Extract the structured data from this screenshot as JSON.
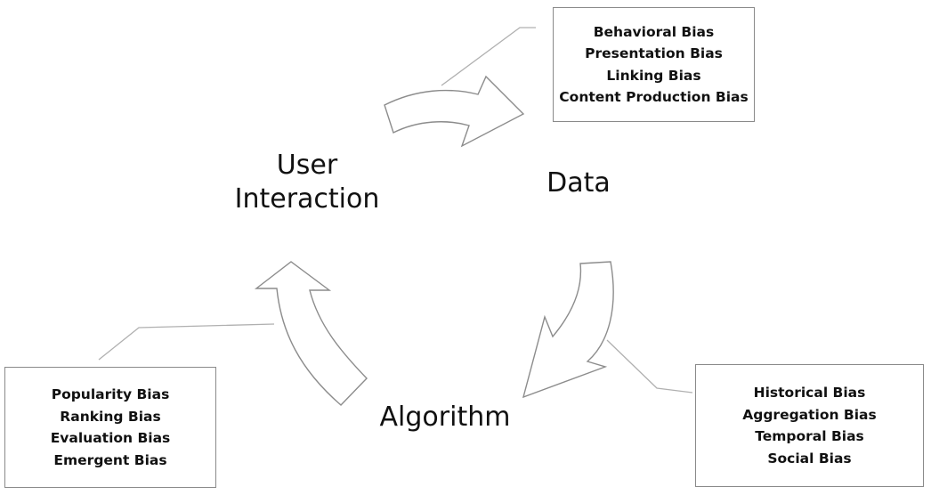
{
  "nodes": {
    "user_interaction": "User Interaction",
    "data": "Data",
    "algorithm": "Algorithm"
  },
  "bias_boxes": {
    "data": [
      "Behavioral Bias",
      "Presentation Bias",
      "Linking Bias",
      "Content Production Bias"
    ],
    "algorithm": [
      "Historical Bias",
      "Aggregation Bias",
      "Temporal Bias",
      "Social Bias"
    ],
    "user_interaction": [
      "Popularity Bias",
      "Ranking Bias",
      "Evaluation Bias",
      "Emergent Bias"
    ]
  },
  "colors": {
    "arrow_stroke": "#8c8c8c",
    "connector_stroke": "#b0b0b0",
    "box_border": "#8a8a8a",
    "text": "#111111"
  }
}
